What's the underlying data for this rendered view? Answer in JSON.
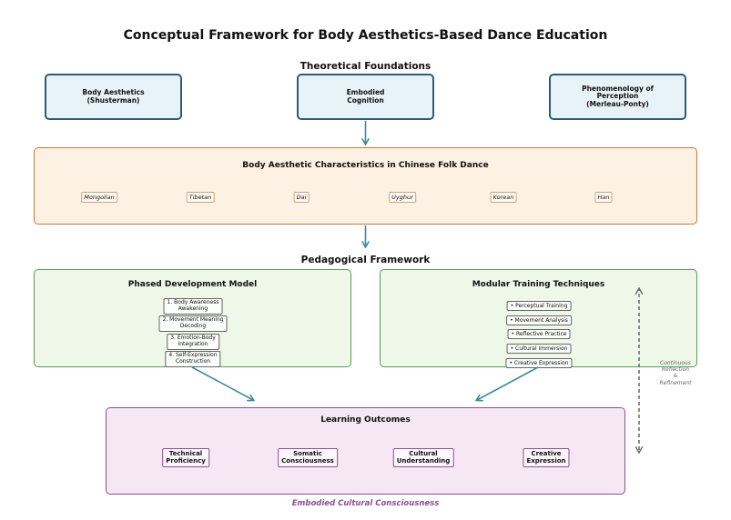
{
  "title": "Conceptual Framework for Body Aesthetics-Based Dance Education",
  "foundations": {
    "heading": "Theoretical Foundations",
    "items": [
      {
        "line1": "Body Aesthetics",
        "line2": "(Shusterman)",
        "line3": ""
      },
      {
        "line1": "Embodied",
        "line2": "Cognition",
        "line3": ""
      },
      {
        "line1": "Phenomenology of",
        "line2": "Perception",
        "line3": "(Merleau-Ponty)"
      }
    ]
  },
  "folk_dance": {
    "title": "Body Aesthetic Characteristics in Chinese Folk Dance",
    "styles": [
      "Mongolian",
      "Tibetan",
      "Dai",
      "Uyghur",
      "Korean",
      "Han"
    ]
  },
  "pedagogy": {
    "heading": "Pedagogical Framework",
    "phased": {
      "title": "Phased Development Model",
      "phases": [
        {
          "line1": "1. Body Awareness",
          "line2": "Awakening"
        },
        {
          "line1": "2. Movement Meaning",
          "line2": "Decoding"
        },
        {
          "line1": "3. Emotion-Body",
          "line2": "Integration"
        },
        {
          "line1": "4. Self-Expression",
          "line2": "Construction"
        }
      ]
    },
    "modular": {
      "title": "Modular Training Techniques",
      "techniques": [
        "• Perceptual Training",
        "• Movement Analysis",
        "• Reflective Practice",
        "• Cultural Immersion",
        "• Creative Expression"
      ]
    }
  },
  "feedback_note": {
    "line1": "Continuous",
    "line2": "Reflection",
    "line3": "&",
    "line4": "Refinement"
  },
  "outcomes": {
    "title": "Learning Outcomes",
    "items": [
      {
        "line1": "Technical",
        "line2": "Proficiency"
      },
      {
        "line1": "Somatic",
        "line2": "Consciousness"
      },
      {
        "line1": "Cultural",
        "line2": "Understanding"
      },
      {
        "line1": "Creative",
        "line2": "Expression"
      }
    ]
  },
  "footer": "Embodied Cultural Consciousness",
  "colors": {
    "foundation_border": "#2a5d70",
    "foundation_fill": "#e8f3f9",
    "folk_border": "#c97a35",
    "folk_fill": "#fdf1e3",
    "pedagogy_border": "#5b9a5b",
    "pedagogy_fill": "#eef7e8",
    "outcome_border": "#8c4f92",
    "outcome_fill": "#f5e7f3",
    "arrow": "#3d8aa3"
  }
}
